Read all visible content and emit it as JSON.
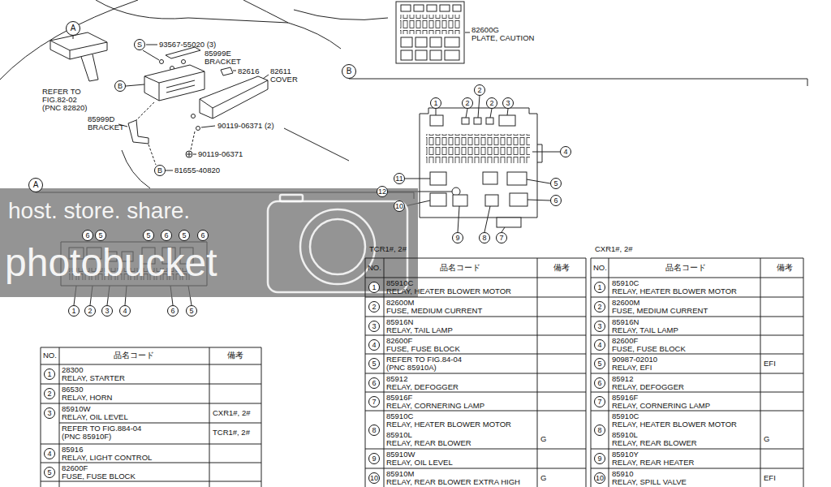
{
  "diagram": {
    "labels": [
      "A",
      "REFER TO FIG.82-02 (PNC 82820)",
      "S",
      "93567-55020 (3)",
      "85999E",
      "BRACKET",
      "B",
      "82616",
      "82611",
      "COVER",
      "85999D",
      "BRACKET",
      "90119-06371 (2)",
      "90119-06371",
      "B",
      "81655-40820",
      "82600G",
      "PLATE, CAUTION",
      "B",
      "1",
      "2",
      "2",
      "2",
      "3",
      "4",
      "5",
      "6",
      "7",
      "8",
      "9",
      "10",
      "11",
      "12",
      "A",
      "6",
      "5",
      "5",
      "6",
      "5",
      "6",
      "1",
      "2",
      "3",
      "4",
      "6",
      "5",
      "host. store. share.",
      "photobucket",
      "NO.",
      "品名コード",
      "備考",
      "1",
      "28300",
      "RELAY, STARTER",
      "2",
      "86530",
      "RELAY, HORN",
      "3",
      "85910W",
      "RELAY, OIL LEVEL",
      "CXR1#, 2#",
      "REFER TO FIG.884-04 (PNC 85910F)",
      "TCR1#, 2#",
      "4",
      "85916",
      "RELAY, LIGHT CONTROL",
      "5",
      "82600F",
      "FUSE, FUSE BLOCK",
      "TCR1#, 2#",
      "NO.",
      "品名コード",
      "備考",
      "1",
      "85910C",
      "RELAY, HEATER BLOWER MOTOR",
      "2",
      "82600M",
      "FUSE, MEDIUM CURRENT",
      "3",
      "85916N",
      "RELAY, TAIL LAMP",
      "4",
      "82600F",
      "FUSE, FUSE BLOCK",
      "5",
      "REFER TO FIG.84-04 (PNC 85910A)",
      "6",
      "85912",
      "RELAY, DEFOGGER",
      "7",
      "85916F",
      "RELAY, CORNERING LAMP",
      "8",
      "85910C",
      "RELAY, HEATER BLOWER MOTOR",
      "85910L",
      "RELAY, REAR BLOWER",
      "G",
      "9",
      "85910W",
      "RELAY, OIL LEVEL",
      "10",
      "85910M",
      "RELAY, REAR BLOWER EXTRA HIGH",
      "G",
      "CXR1#, 2#",
      "NO.",
      "品名コード",
      "備考",
      "1",
      "85910C",
      "RELAY, HEATER BLOWER MOTOR",
      "2",
      "82600M",
      "FUSE, MEDIUM CURRENT",
      "3",
      "85916N",
      "RELAY, TAIL LAMP",
      "4",
      "82600F",
      "FUSE, FUSE BLOCK",
      "5",
      "90987-02010",
      "RELAY, EFI",
      "EFI",
      "6",
      "85912",
      "RELAY, DEFOGGER",
      "7",
      "85916F",
      "RELAY, CORNERING LAMP",
      "8",
      "85910C",
      "RELAY, HEATER BLOWER MOTOR",
      "85910L",
      "RELAY, REAR BLOWER",
      "G",
      "9",
      "85910Y",
      "RELAY, REAR HEATER",
      "10",
      "85910",
      "RELAY, SPILL VALVE",
      "EFI"
    ]
  }
}
